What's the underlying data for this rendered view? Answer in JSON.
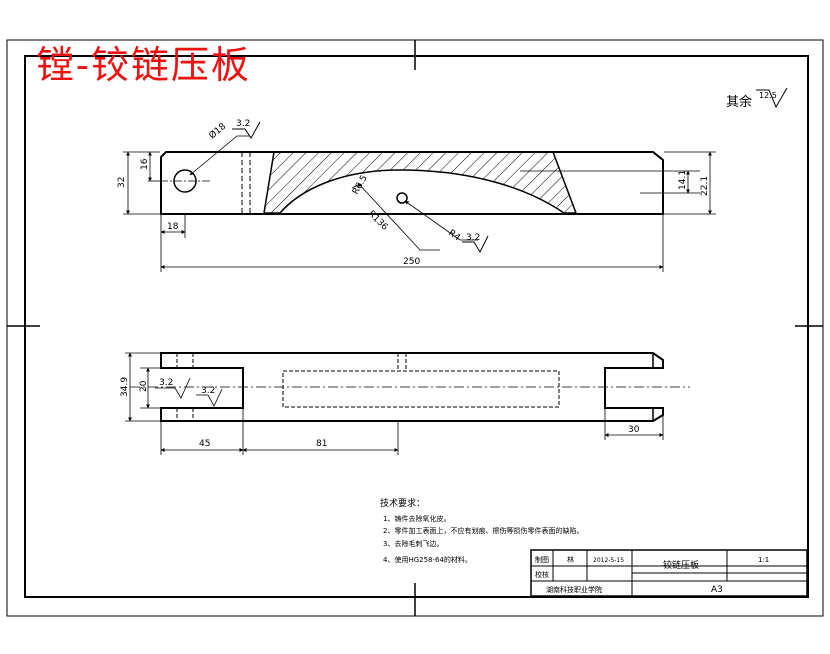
{
  "banner_title": "镗-铰链压板",
  "roughness_note": {
    "label": "其余",
    "value": "12.5"
  },
  "front_view": {
    "hole_dia": "Ø18",
    "r_small": "R6.5",
    "r_large": "R136",
    "r_hole": "R4",
    "roughness_hole": "3.2",
    "roughness_pin": "3.2",
    "dim_height": "32",
    "dim_hole_height": "16",
    "dim_left": "18",
    "dim_total": "250",
    "dim_right_small": "14.1",
    "dim_right_large": "22.1"
  },
  "top_view": {
    "dim_width": "34.9",
    "dim_slot": "20",
    "roughness_a": "3.2",
    "roughness_b": "3.2",
    "dim_a": "45",
    "dim_b": "81",
    "dim_c": "30"
  },
  "tech_notes": {
    "title": "技术要求：",
    "items": [
      "1、铸件去除氧化皮。",
      "2、零件加工表面上，不应有划痕、擦伤等损伤零件表面的缺陷。",
      "3、去除毛刺飞边。",
      "4、使用HG258-64的材料。"
    ]
  },
  "title_block": {
    "drawn_label": "制图",
    "drawn_name": "林",
    "date": "2012-5-15",
    "part_name": "铰链压板",
    "scale": "1:1",
    "check_label": "校核",
    "school": "湖南科技职业学院",
    "sheet_size": "A3"
  }
}
